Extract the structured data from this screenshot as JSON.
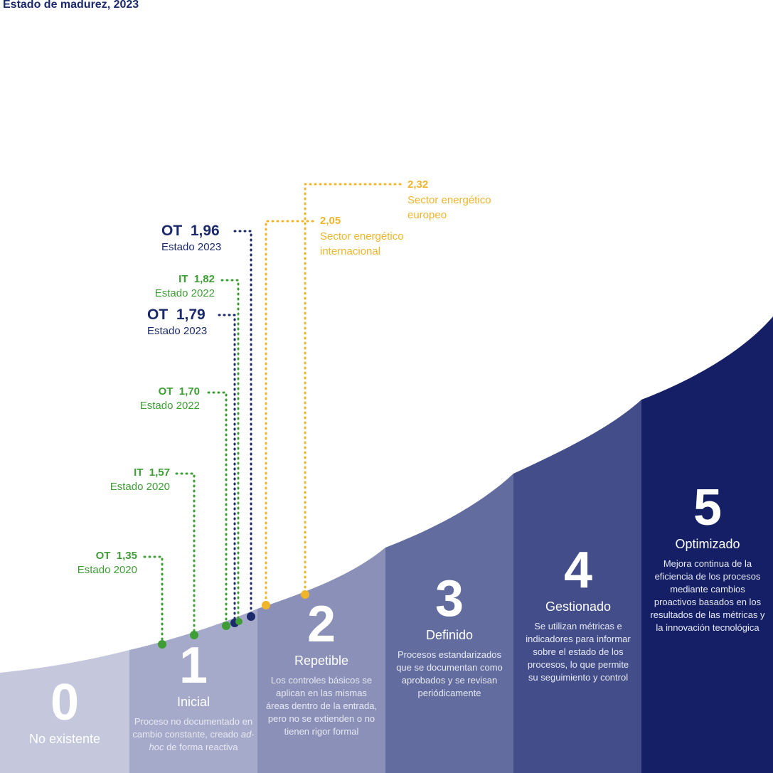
{
  "title": "Estado de madurez, 2023",
  "colors": {
    "green": "#3e9d35",
    "navy": "#1b2a6b",
    "gold": "#f0b52a",
    "steps": [
      "#c5c8dc",
      "#a6aaca",
      "#8a90b8",
      "#626c9f",
      "#424d8a",
      "#141f66"
    ]
  },
  "levels": [
    {
      "num": "0",
      "name": "No existente",
      "desc": ""
    },
    {
      "num": "1",
      "name": "Inicial",
      "desc": "Proceso no documentado en cambio constante, creado",
      "desc_em": "ad-hoc",
      "desc_end": "de forma reactiva"
    },
    {
      "num": "2",
      "name": "Repetible",
      "desc": "Los controles básicos se aplican en las mismas áreas dentro de la entrada, pero no se extienden o no tienen rigor formal"
    },
    {
      "num": "3",
      "name": "Definido",
      "desc": "Procesos estandarizados que se documentan como aprobados y se revisan periódicamente"
    },
    {
      "num": "4",
      "name": "Gestionado",
      "desc": "Se utilizan métricas e indicadores para informar sobre el estado de los procesos, lo que permite su seguimiento y control"
    },
    {
      "num": "5",
      "name": "Optimizado",
      "desc": "Mejora continua de la eficiencia de los procesos mediante cambios proactivos basados en los resultados de las métricas y la innovación tecnológica"
    }
  ],
  "markers": [
    {
      "code": "OT",
      "value": "1,35",
      "status": "Estado 2020",
      "color": "green"
    },
    {
      "code": "IT",
      "value": "1,57",
      "status": "Estado 2020",
      "color": "green"
    },
    {
      "code": "OT",
      "value": "1,70",
      "status": "Estado 2022",
      "color": "green"
    },
    {
      "code": "OT",
      "value": "1,79",
      "status": "Estado 2023",
      "color": "navy"
    },
    {
      "code": "IT",
      "value": "1,82",
      "status": "Estado 2022",
      "color": "green"
    },
    {
      "code": "OT",
      "value": "1,96",
      "status": "Estado 2023",
      "color": "navy"
    },
    {
      "code": "",
      "value": "2,05",
      "status": "Sector energético internacional",
      "color": "gold"
    },
    {
      "code": "",
      "value": "2,32",
      "status": "Sector energético europeo",
      "color": "gold"
    }
  ]
}
